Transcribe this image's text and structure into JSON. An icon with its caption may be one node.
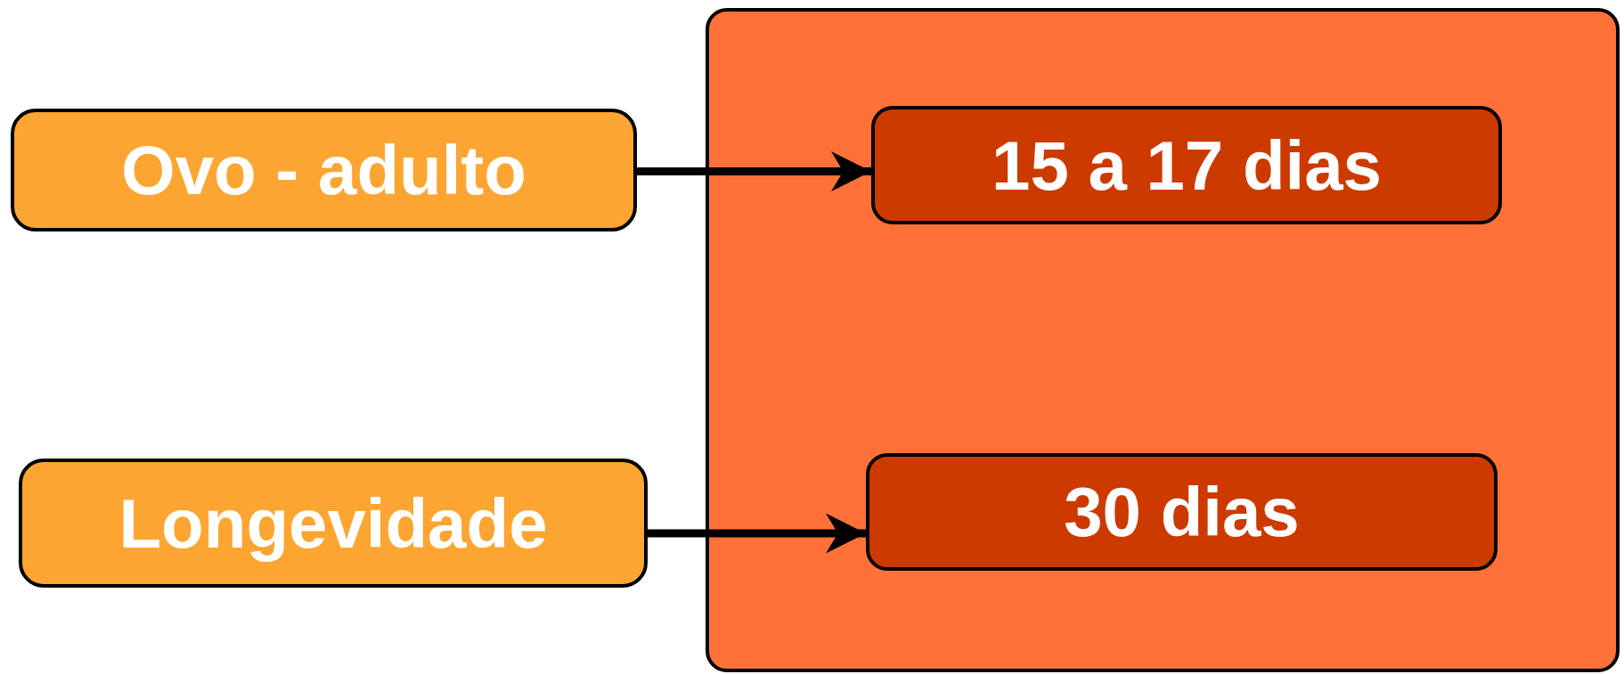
{
  "diagram": {
    "nodes": [
      {
        "text": [
          "Ovo - adulto"
        ]
      },
      {
        "text": [],
        "shape": "box"
      },
      {
        "text": [
          "15 a 17 dias"
        ],
        "in": 1
      },
      {
        "text": [
          "Longevidade"
        ]
      },
      {
        "text": [
          "30 dias"
        ],
        "in": 1
      }
    ],
    "edges": [
      {
        "from": 0,
        "to": 2,
        "arrow": "to"
      },
      {
        "from": 3,
        "to": 4,
        "arrow": "to"
      }
    ]
  }
}
